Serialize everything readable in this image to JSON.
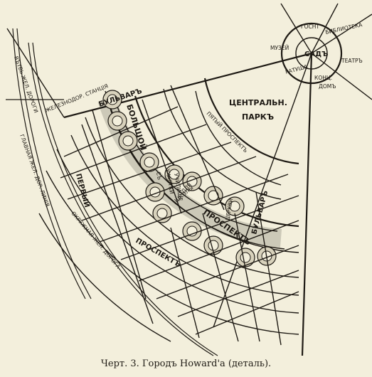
{
  "labels": {
    "garden": "САДЪ",
    "gosnt": "ГОСНТ",
    "library": "БИБЛИОТЕКА",
    "museum": "МУЗЕЙ",
    "theatre": "ТЕАТРЪ",
    "town_hall": "РАТУША",
    "concert_hall_1": "КОНЦ.",
    "concert_hall_2": "ДОМЪ",
    "central_park_1": "ЦЕНТРАЛЬН.",
    "central_park_2": "ПАРКЪ",
    "fifth_avenue": "ПЯТЫЙ ПРОСПЕКТЪ",
    "boulevard": "БУЛЬВАРЪ",
    "boulevard_se": "БУЛЬВАРЪ",
    "grand": "БОЛЬШОЙ",
    "prospect": "ПРОСПЕКТЪ",
    "school_plots": "УЧАСТКИ",
    "school_with": "СЪ",
    "school_1": "УЧИЛИЩЕ",
    "school_2": "ДЛЯ",
    "school_3": "ШКОЛЫ",
    "churches": "ЦЕРКВИ",
    "first_avenue": "ПЕРВЫЙ",
    "first_prospect": "ПРОСПЕКТЪ",
    "railway_station": "ЖЕЛЕЗНОДОР. СТАНЦІЯ",
    "railway_main": "ГЛАВНАЯ ЖЕЛ. ДОР. ЛИНІЯ",
    "circle_railway": "ОКРУЖНАЯ ЖЕЛ. ДОРОГА",
    "transverse_line": "ВЪТВЬ ЖЕЛ. ДОРОГИ"
  },
  "caption": "Черт. 3. Городъ Howard'a (деталь)."
}
